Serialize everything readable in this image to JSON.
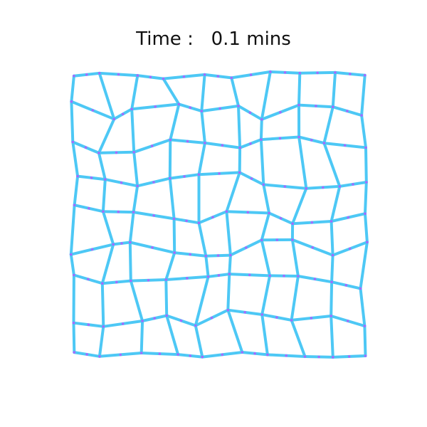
{
  "title": {
    "label": "Time :",
    "value": "0.1",
    "unit": "mins"
  },
  "colors": {
    "edge": "#4dc8f5",
    "vertex": "#a36bff",
    "text": "#111111",
    "background": "#ffffff"
  }
}
